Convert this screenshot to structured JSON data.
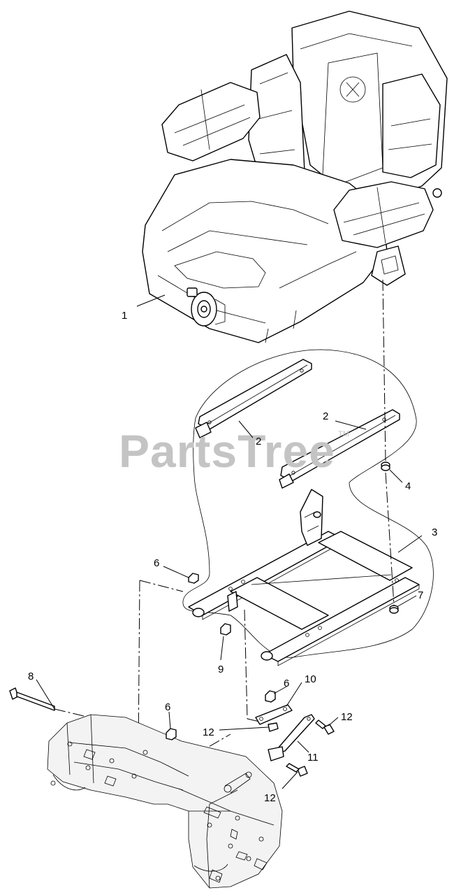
{
  "watermark": {
    "text": "PartsTree",
    "trademark": "TM",
    "color": "#c4c4c4"
  },
  "callouts": [
    {
      "id": "c1",
      "label": "1"
    },
    {
      "id": "c2a",
      "label": "2"
    },
    {
      "id": "c2b",
      "label": "2"
    },
    {
      "id": "c3",
      "label": "3"
    },
    {
      "id": "c4",
      "label": "4"
    },
    {
      "id": "c6a",
      "label": "6"
    },
    {
      "id": "c7",
      "label": "7"
    },
    {
      "id": "c9",
      "label": "9"
    },
    {
      "id": "c8",
      "label": "8"
    },
    {
      "id": "c6b",
      "label": "6"
    },
    {
      "id": "c6c",
      "label": "6"
    },
    {
      "id": "c10",
      "label": "10"
    },
    {
      "id": "c12a",
      "label": "12"
    },
    {
      "id": "c12b",
      "label": "12"
    },
    {
      "id": "c11",
      "label": "11"
    },
    {
      "id": "c12c",
      "label": "12"
    }
  ],
  "parts": {
    "seat": "seat-assembly",
    "slide_rail": "seat-slide-rail",
    "seat_frame": "seat-mounting-frame",
    "washer": "washer",
    "nut": "nut",
    "bolt": "bolt",
    "chassis": "chassis-bracket",
    "link": "link-plate",
    "lever": "lever-arm"
  }
}
